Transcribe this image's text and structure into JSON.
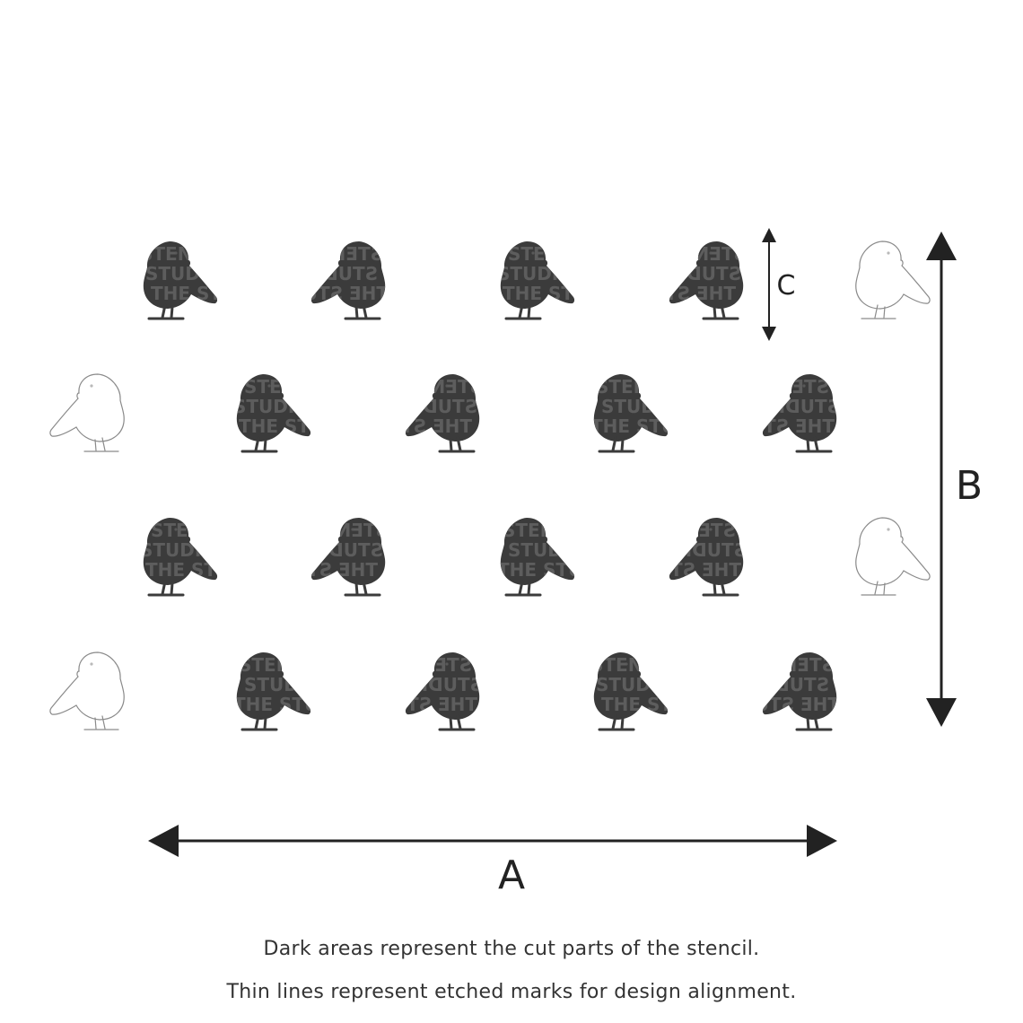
{
  "diagram": {
    "labels": {
      "width": "A",
      "height": "B",
      "motif": "C"
    },
    "colors": {
      "cut": "#3b3b3b",
      "etched_line": "#8a8a8a",
      "arrow": "#222222",
      "watermark": "#5d5d5d"
    },
    "rows": [
      [
        "cut-right",
        "cut-left",
        "cut-right",
        "cut-left",
        "etched-right"
      ],
      [
        "etched-left",
        "cut-right",
        "cut-left",
        "cut-right",
        "cut-left"
      ],
      [
        "cut-right",
        "cut-left",
        "cut-right",
        "cut-left",
        "etched-right"
      ],
      [
        "etched-left",
        "cut-right",
        "cut-left",
        "cut-right",
        "cut-left"
      ]
    ],
    "watermark_words": [
      "THE",
      "STENCIL",
      "STUDIO",
      "©"
    ]
  },
  "captions": {
    "line1": "Dark areas represent the cut parts of the stencil.",
    "line2": "Thin lines represent etched marks for design alignment."
  }
}
